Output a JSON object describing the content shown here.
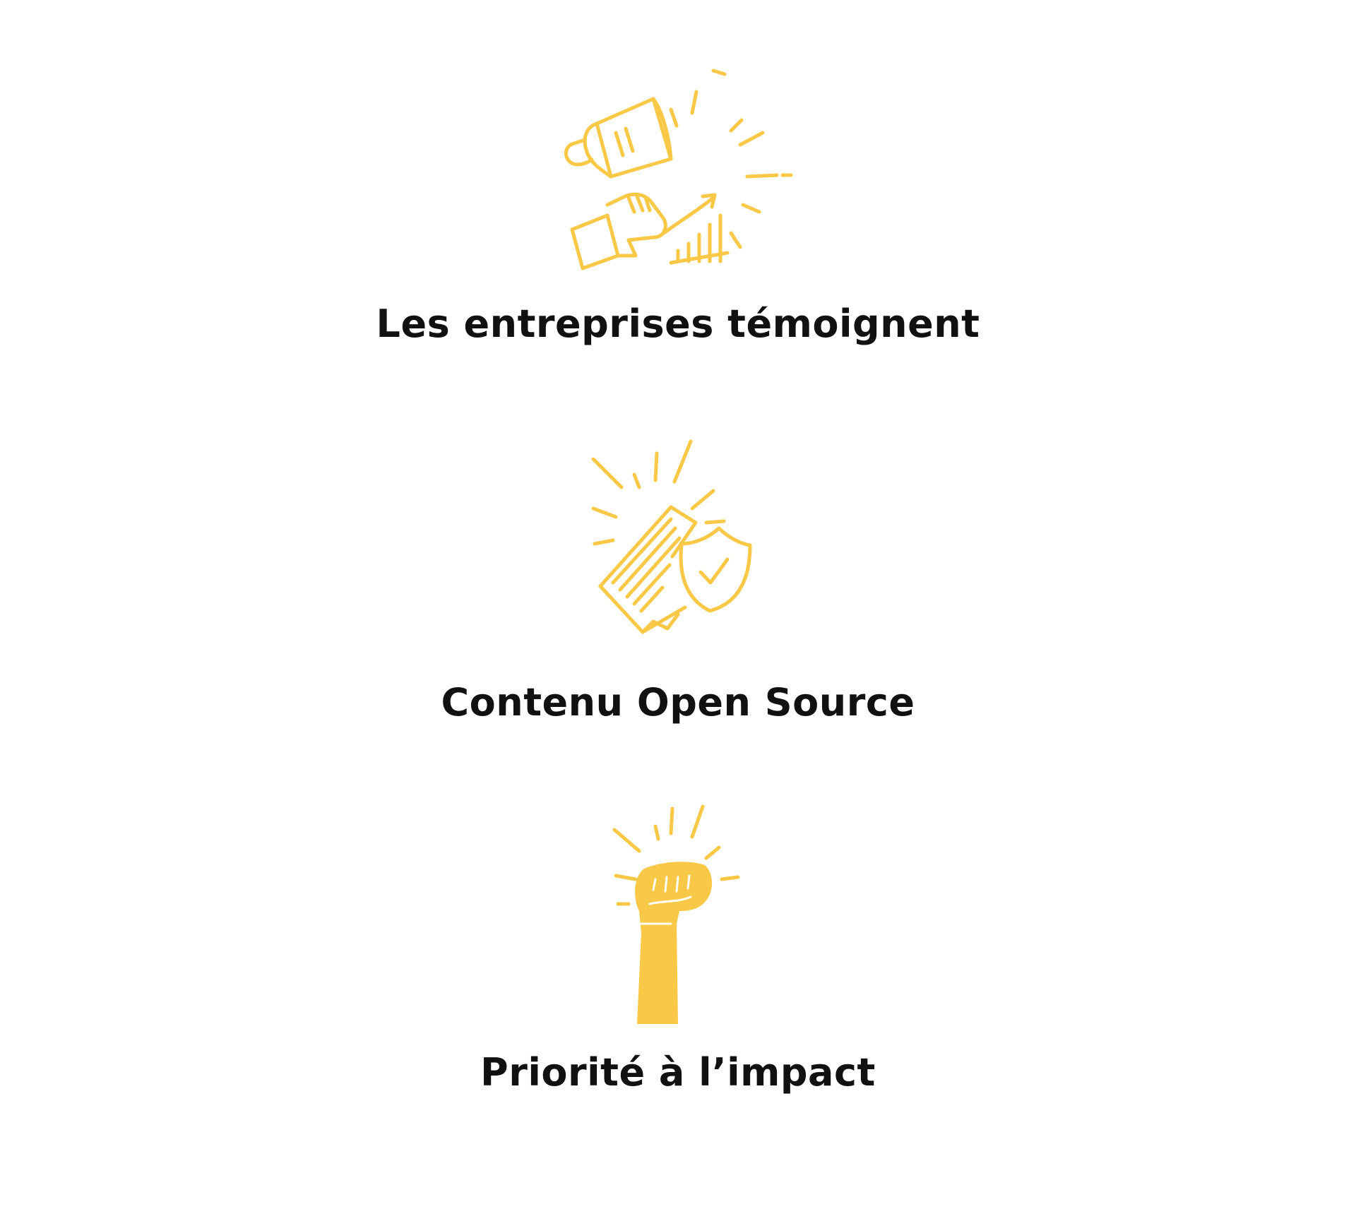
{
  "accent_color": "#F9C846",
  "features": [
    {
      "icon": "megaphone-growth-icon",
      "label": "Les entreprises témoignent"
    },
    {
      "icon": "document-shield-icon",
      "label": "Contenu Open Source"
    },
    {
      "icon": "raised-fist-icon",
      "label": "Priorité à l’impact"
    }
  ]
}
